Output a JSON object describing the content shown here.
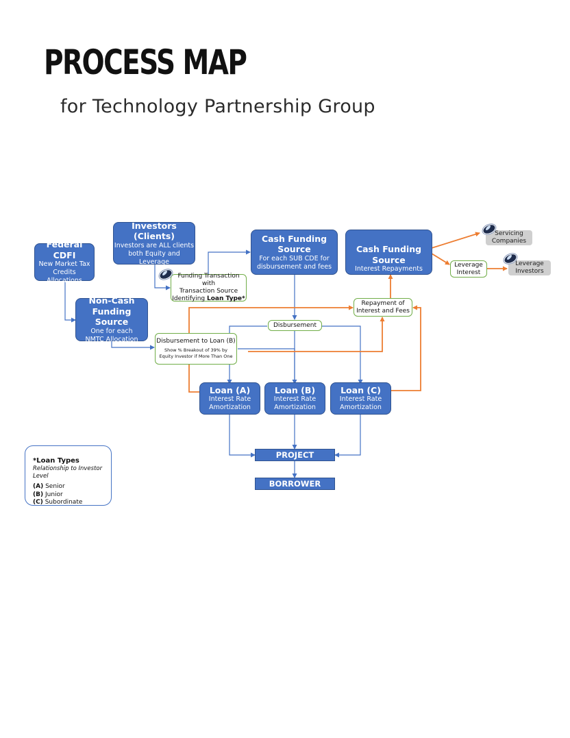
{
  "header": {
    "title": "PROCESS MAP",
    "subtitle": "for Technology Partnership Group"
  },
  "nodes": {
    "federal_cdfi": {
      "title": "Federal CDFI",
      "sub1": "New Market Tax",
      "sub2": "Credits Allocations"
    },
    "investors": {
      "title": "Investors (Clients)",
      "sub1": "Investors are ALL clients",
      "sub2": "both Equity and Leverage"
    },
    "cash_funding_1": {
      "title": "Cash Funding Source",
      "sub1": "For each SUB CDE for",
      "sub2": "disbursement and fees"
    },
    "cash_funding_2": {
      "title": "Cash Funding Source",
      "sub1": "Interest Repayments"
    },
    "non_cash": {
      "title1": "Non-Cash",
      "title2": "Funding Source",
      "sub1": "One for each",
      "sub2": "NMTC Allocation"
    },
    "funding_transaction": {
      "line1": "Funding Transaction with",
      "line2": "Transaction Source",
      "line3_prefix": "Identifying ",
      "line3_bold": "Loan Type*"
    },
    "disbursement": {
      "label": "Disbursement"
    },
    "disbursement_loan_b": {
      "line1": "Disbursement to Loan (B)",
      "line2": "Show % Breakout of 39% by",
      "line3": "Equity Investor if More Than One"
    },
    "repayment": {
      "line1": "Repayment of",
      "line2": "Interest and Fees"
    },
    "leverage_interest": {
      "line1": "Leverage",
      "line2": "Interest"
    },
    "servicing": {
      "line1": "Servicing",
      "line2": "Companies"
    },
    "leverage_investors": {
      "line1": "Leverage",
      "line2": "Investors"
    },
    "loan_a": {
      "title": "Loan (A)",
      "sub1": "Interest Rate",
      "sub2": "Amortization"
    },
    "loan_b": {
      "title": "Loan (B)",
      "sub1": "Interest Rate",
      "sub2": "Amortization"
    },
    "loan_c": {
      "title": "Loan (C)",
      "sub1": "Interest Rate",
      "sub2": "Amortization"
    },
    "project": {
      "label": "PROJECT"
    },
    "borrower": {
      "label": "BORROWER"
    }
  },
  "legend": {
    "title": "*Loan Types",
    "subtitle": "Relationship to Investor Level",
    "items": [
      {
        "key": "(A)",
        "label": " Senior"
      },
      {
        "key": "(B)",
        "label": " Junior"
      },
      {
        "key": "(C)",
        "label": " Subordinate"
      }
    ]
  },
  "colors": {
    "node_fill": "#4472c4",
    "flow_blue": "#4472c4",
    "flow_orange": "#ed7d31",
    "note_border": "#70ad47",
    "external_fill": "#cfcfcf"
  },
  "icons": [
    "logo-eye-icon"
  ]
}
